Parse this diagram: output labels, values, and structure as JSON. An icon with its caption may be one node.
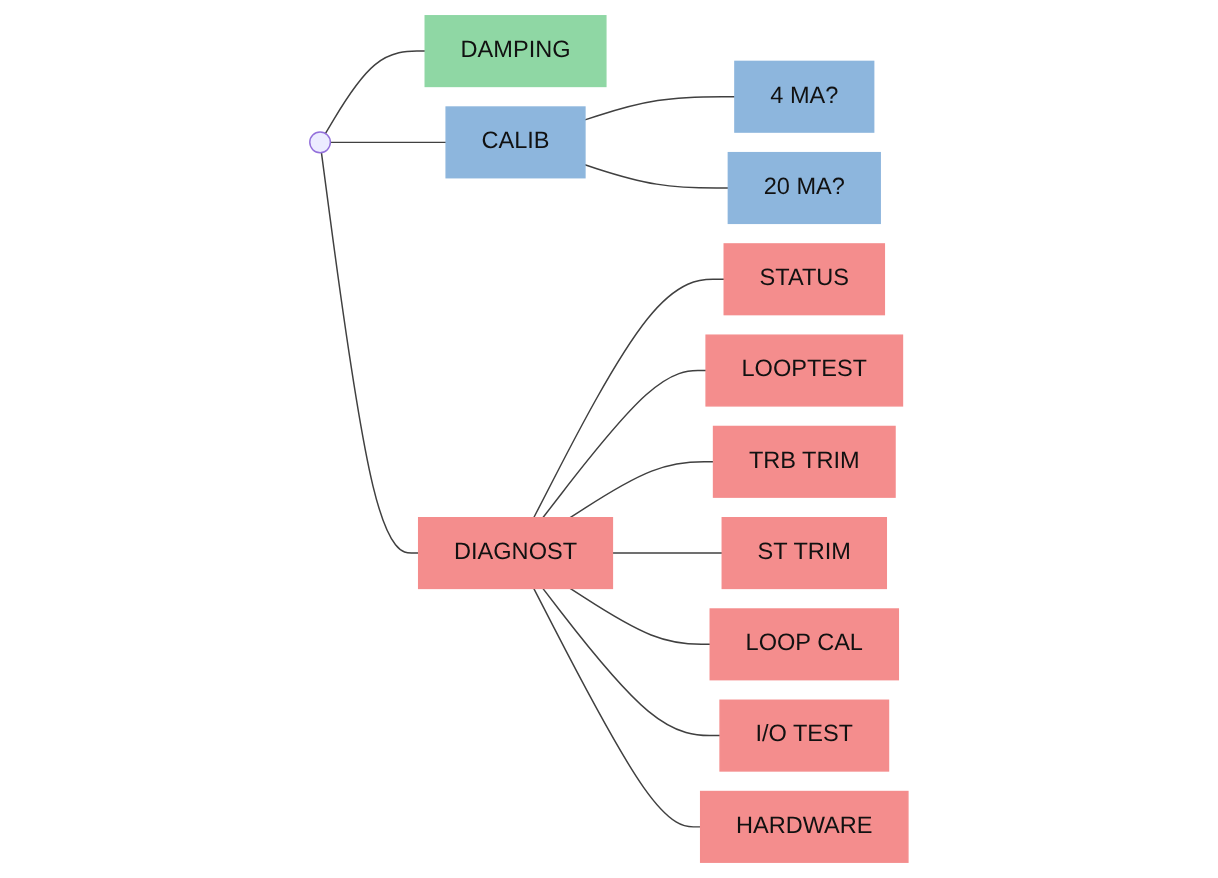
{
  "diagram": {
    "nodes": [
      {
        "text": [
          "CALIB"
        ]
      },
      {
        "text": [
          "4 MA?"
        ]
      },
      {
        "text": [
          "20 MA?"
        ]
      },
      {
        "text": [
          "DIAGNOST"
        ]
      },
      {
        "text": [
          "STATUS"
        ]
      },
      {
        "text": [
          "LOOPTEST"
        ]
      },
      {
        "text": [
          "TRB TRIM"
        ]
      },
      {
        "text": [
          "ST TRIM"
        ]
      },
      {
        "text": [
          "LOOP CAL"
        ]
      },
      {
        "text": [
          "I/O TEST"
        ]
      },
      {
        "text": [
          "HARDWARE"
        ]
      },
      {
        "text": [
          "DAMPING"
        ]
      }
    ],
    "edges": [
      {
        "from": null,
        "to": 0,
        "arrow": "none"
      },
      {
        "from": null,
        "to": 3,
        "arrow": "none"
      },
      {
        "from": null,
        "to": 11,
        "arrow": "none"
      },
      {
        "from": 0,
        "to": 1,
        "arrow": "none"
      },
      {
        "from": 0,
        "to": 2,
        "arrow": "none"
      },
      {
        "from": 3,
        "to": 4,
        "arrow": "none"
      },
      {
        "from": 3,
        "to": 5,
        "arrow": "none"
      },
      {
        "from": 3,
        "to": 6,
        "arrow": "none"
      },
      {
        "from": 3,
        "to": 7,
        "arrow": "none"
      },
      {
        "from": 3,
        "to": 8,
        "arrow": "none"
      },
      {
        "from": 3,
        "to": 9,
        "arrow": "none"
      },
      {
        "from": 3,
        "to": 10,
        "arrow": "none"
      }
    ]
  }
}
